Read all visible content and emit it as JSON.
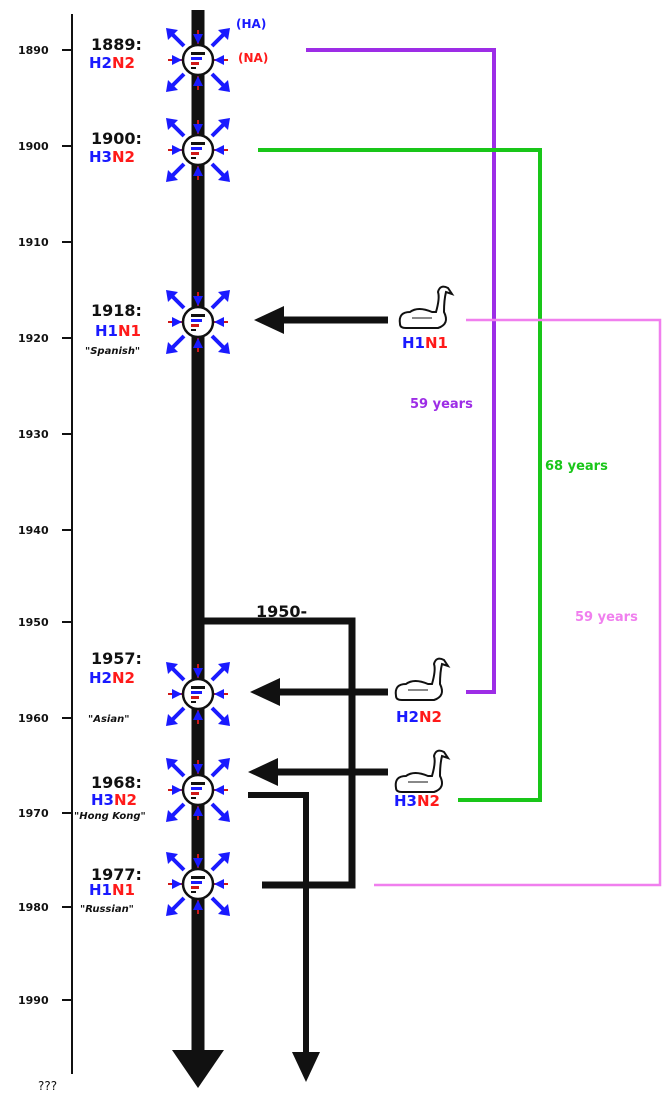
{
  "axis": {
    "ticks": [
      "1890",
      "1900",
      "1910",
      "1920",
      "1930",
      "1940",
      "1950",
      "1960",
      "1970",
      "1980",
      "1990"
    ],
    "end_label": "???"
  },
  "colors": {
    "h_blue": "#1a1aff",
    "n_red": "#ff1a1a",
    "purple": "#9d2de6",
    "green": "#19c619",
    "pink": "#f07fee"
  },
  "pandemics": [
    {
      "label": "1889:",
      "h": "H2",
      "n": "N2",
      "nickname": ""
    },
    {
      "label": "1900:",
      "h": "H3",
      "n": "N2",
      "nickname": ""
    },
    {
      "label": "1918:",
      "h": "H1",
      "n": "N1",
      "nickname": "\"Spanish\""
    },
    {
      "label": "1957:",
      "h": "H2",
      "n": "N2",
      "nickname": "\"Asian\""
    },
    {
      "label": "1968:",
      "h": "H3",
      "n": "N2",
      "nickname": "\"Hong Kong\""
    },
    {
      "label": "1977:",
      "h": "H1",
      "n": "N1",
      "nickname": "\"Russian\""
    }
  ],
  "na_labels": {
    "ha": "(HA)",
    "na": "(NA)"
  },
  "split_label": "1950-",
  "swans": [
    {
      "h": "H1",
      "n": "N1"
    },
    {
      "h": "H2",
      "n": "N2"
    },
    {
      "h": "H3",
      "n": "N2"
    }
  ],
  "gaps": [
    {
      "label": "59 years",
      "color": "#9d2de6"
    },
    {
      "label": "68 years",
      "color": "#19c619"
    },
    {
      "label": "59 years",
      "color": "#f07fee"
    }
  ]
}
